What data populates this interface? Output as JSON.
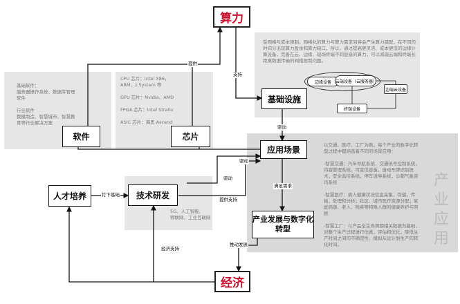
{
  "nodes": {
    "compute": "算力",
    "economy": "经济",
    "infrastructure": "基础设施",
    "software": "软件",
    "chip": "芯片",
    "application": "应用场景",
    "talent": "人才培养",
    "tech": "技术研发",
    "industry": "产业发展与数字化转型"
  },
  "panels": {
    "software_desc": "基础软件：\n服务器操作系统、数据库管理\n软件\n\n行业软件\n数模制造、智慧城市、智慧教\n育等行业解决方案",
    "chip_desc": "CPU 芯片：Intel X86，\nARM，z System 等\n\nGPU 芯片：Nvidia、AMD\n\nFPGA 芯片：Intel Stratix\n\nASIC 芯片：海思 Ascend",
    "infra_desc": "受网络与成本限制，网络化的算力与算力需求间将会产生算力错配，在不同的时间分出现算力盈余和算力缺口，所以，通过提高更灵活、成本更低的边缘计算设备，完善在云、边缘、现场终端不同层级的算力，可以减弱云端和终端长距离数据传输的网络限制问题。",
    "tech_desc": "5G、人工智能、\n物联网、工业互联网",
    "app_desc": "以交通、医疗、工厂为例，每个产业的数字化转型过程中都涵盖着不同的场景应用：\n\n-智慧交通：汽车导航系统，交通讯号控制系统，内容管理系统，可变信息板，自动车牌识别技术，安全监控系统，停车诱导系统，公都气象资讯系统\n\n-智慧医疗：病人健康状况信息采集，存储，传输，处理和分析；社区、城市医疗资源分配；家庭病患、老人、残疾等特殊人群的健康养护与照顾\n\n-智慧工厂：以产品全生命周期相关数据为基础，对整个生产过程进行仿真，评估和优化，降低生产时间之间的不确定性，模拟从设计到生产的转化时间。",
    "side_title": "产业应用"
  },
  "diagram": {
    "cloud": "云端设备（云服务器）",
    "edge_cloud": "边端云设备",
    "edge_device": "边缘设备",
    "terminal": "终端设备"
  },
  "edges": {
    "provide": "提供",
    "support": "支持",
    "drive_left": "驱动",
    "drive_down": "驱动",
    "satisfy_demand": "满足需求",
    "foundation": "打下基础",
    "provide_support": "提供支持",
    "drive_down2": "驱动",
    "promote": "推动发展",
    "econ_support": "经济支持"
  },
  "colors": {
    "red": "#c8102e",
    "panel": "#e6e6e6"
  }
}
